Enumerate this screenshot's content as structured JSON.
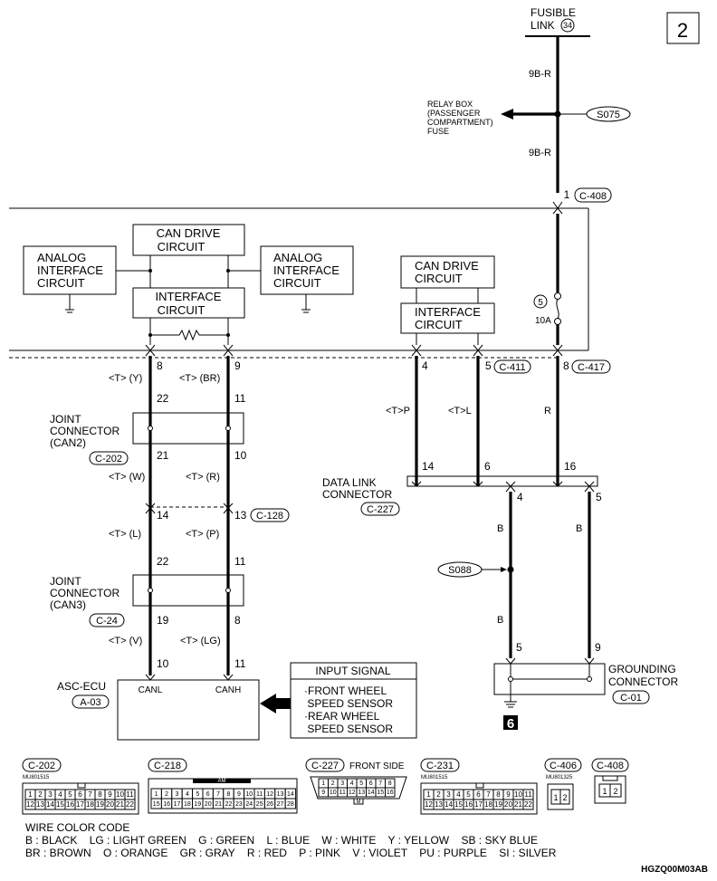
{
  "page_number": "2",
  "fusible_link": {
    "label_line1": "FUSIBLE",
    "label_line2": "LINK",
    "number": "34"
  },
  "splice_s075": "S075",
  "splice_s088": "S088",
  "wire_9b_r_upper": "9B-R",
  "wire_9b_r_lower": "9B-R",
  "relay_box": [
    "RELAY BOX",
    "(PASSENGER",
    "COMPARTMENT)",
    "FUSE"
  ],
  "c408_pin": "1",
  "c408_label": "C-408",
  "fuse": {
    "number": "5",
    "rating": "10A"
  },
  "left_module": {
    "analog_left": [
      "ANALOG",
      "INTERFACE",
      "CIRCUIT"
    ],
    "can_drive": [
      "CAN DRIVE",
      "CIRCUIT"
    ],
    "analog_right": [
      "ANALOG",
      "INTERFACE",
      "CIRCUIT"
    ],
    "interface": [
      "INTERFACE",
      "CIRCUIT"
    ]
  },
  "right_module": {
    "can_drive": [
      "CAN DRIVE",
      "CIRCUIT"
    ],
    "interface": [
      "INTERFACE",
      "CIRCUIT"
    ]
  },
  "pins_top": {
    "p8": "8",
    "p9": "9",
    "p4": "4",
    "p5": "5",
    "p8b": "8"
  },
  "c411_label": "C-411",
  "c417_label": "C-417",
  "wire_colors": {
    "ty": "<T> (Y)",
    "tbr": "<T> (BR)",
    "tw": "<T> (W)",
    "tr": "<T> (R)",
    "tl": "<T> (L)",
    "tp": "<T> (P)",
    "tv": "<T> (V)",
    "tlg": "<T> (LG)",
    "tp_right": "<T>P",
    "tl_right": "<T>L",
    "r_right": "R",
    "b1": "B",
    "b2": "B",
    "b3": "B"
  },
  "joint_can2": {
    "label": [
      "JOINT",
      "CONNECTOR",
      "(CAN2)"
    ],
    "connector": "C-202",
    "pin_in_l": "22",
    "pin_in_r": "11",
    "pin_out_l": "21",
    "pin_out_r": "10"
  },
  "c128": {
    "pin_l": "14",
    "pin_r": "13",
    "label": "C-128"
  },
  "joint_can3": {
    "label": [
      "JOINT",
      "CONNECTOR",
      "(CAN3)"
    ],
    "connector": "C-24",
    "pin_in_l": "22",
    "pin_in_r": "11",
    "pin_out_l": "19",
    "pin_out_r": "8"
  },
  "asc_ecu": {
    "label": "ASC-ECU",
    "connector": "A-03",
    "pin_l": "10",
    "pin_r": "11",
    "canl": "CANL",
    "canh": "CANH"
  },
  "input_signal": {
    "title": "INPUT SIGNAL",
    "lines": [
      "·FRONT WHEEL",
      " SPEED SENSOR",
      "·REAR WHEEL",
      " SPEED SENSOR"
    ]
  },
  "data_link": {
    "label": [
      "DATA LINK",
      "CONNECTOR"
    ],
    "connector": "C-227",
    "pin14": "14",
    "pin6": "6",
    "pin16": "16",
    "pin4": "4",
    "pin5": "5"
  },
  "grounding": {
    "label": [
      "GROUNDING",
      "CONNECTOR"
    ],
    "connector": "C-01",
    "pin5": "5",
    "pin9": "9",
    "ground_number": "6"
  },
  "connector_views": {
    "c202": {
      "label": "C-202",
      "part": "MU801515",
      "row1": [
        "1",
        "2",
        "3",
        "4",
        "5",
        "6",
        "7",
        "8",
        "9",
        "10",
        "11"
      ],
      "row2": [
        "12",
        "13",
        "14",
        "15",
        "16",
        "17",
        "18",
        "19",
        "20",
        "21",
        "22"
      ]
    },
    "c218": {
      "label": "C-218",
      "tag": "AM",
      "row1": [
        "1",
        "2",
        "3",
        "4",
        "5",
        "6",
        "7",
        "8",
        "9",
        "10",
        "11",
        "12",
        "13",
        "14"
      ],
      "row2": [
        "15",
        "16",
        "17",
        "18",
        "19",
        "20",
        "21",
        "22",
        "23",
        "24",
        "25",
        "26",
        "27",
        "28"
      ]
    },
    "c227": {
      "label": "C-227",
      "side": "FRONT SIDE",
      "row1": [
        "1",
        "2",
        "3",
        "4",
        "5",
        "6",
        "7",
        "8"
      ],
      "row2": [
        "9",
        "10",
        "11",
        "12",
        "13",
        "14",
        "15",
        "16"
      ],
      "key": "M"
    },
    "c231": {
      "label": "C-231",
      "part": "MU801515",
      "row1": [
        "1",
        "2",
        "3",
        "4",
        "5",
        "6",
        "7",
        "8",
        "9",
        "10",
        "11"
      ],
      "row2": [
        "12",
        "13",
        "14",
        "15",
        "16",
        "17",
        "18",
        "19",
        "20",
        "21",
        "22"
      ]
    },
    "c406": {
      "label": "C-406",
      "part": "MU801325",
      "pins": [
        "1",
        "2"
      ]
    },
    "c408": {
      "label": "C-408",
      "pins": [
        "1",
        "2"
      ]
    }
  },
  "wire_color_code": {
    "title": "WIRE COLOR CODE",
    "line1": "B : BLACK    LG : LIGHT GREEN    G : GREEN    L : BLUE    W : WHITE    Y : YELLOW    SB : SKY BLUE",
    "line2": "BR : BROWN    O : ORANGE    GR : GRAY    R : RED    P : PINK    V : VIOLET    PU : PURPLE    SI : SILVER"
  },
  "figure_code": "HGZQ00M03AB"
}
